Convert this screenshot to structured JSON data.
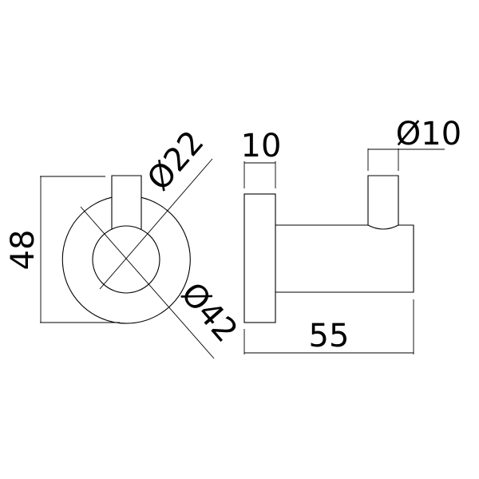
{
  "diagram": {
    "type": "technical-drawing",
    "subject": "robe hook",
    "units": "mm",
    "views": [
      {
        "name": "front-view",
        "description": "Circular base plate with hook peg"
      },
      {
        "name": "side-view",
        "description": "Base plate, arm and upright peg"
      }
    ]
  },
  "dimensions": {
    "height": {
      "label": "48",
      "value": 48
    },
    "inner_diameter": {
      "label": "Ø22",
      "value": 22
    },
    "outer_diameter": {
      "label": "Ø42",
      "value": 42
    },
    "plate_thickness": {
      "label": "10",
      "value": 10
    },
    "peg_diameter": {
      "label": "Ø10",
      "value": 10
    },
    "projection": {
      "label": "55",
      "value": 55
    }
  },
  "colors": {
    "line": "#000000",
    "background": "#ffffff"
  }
}
